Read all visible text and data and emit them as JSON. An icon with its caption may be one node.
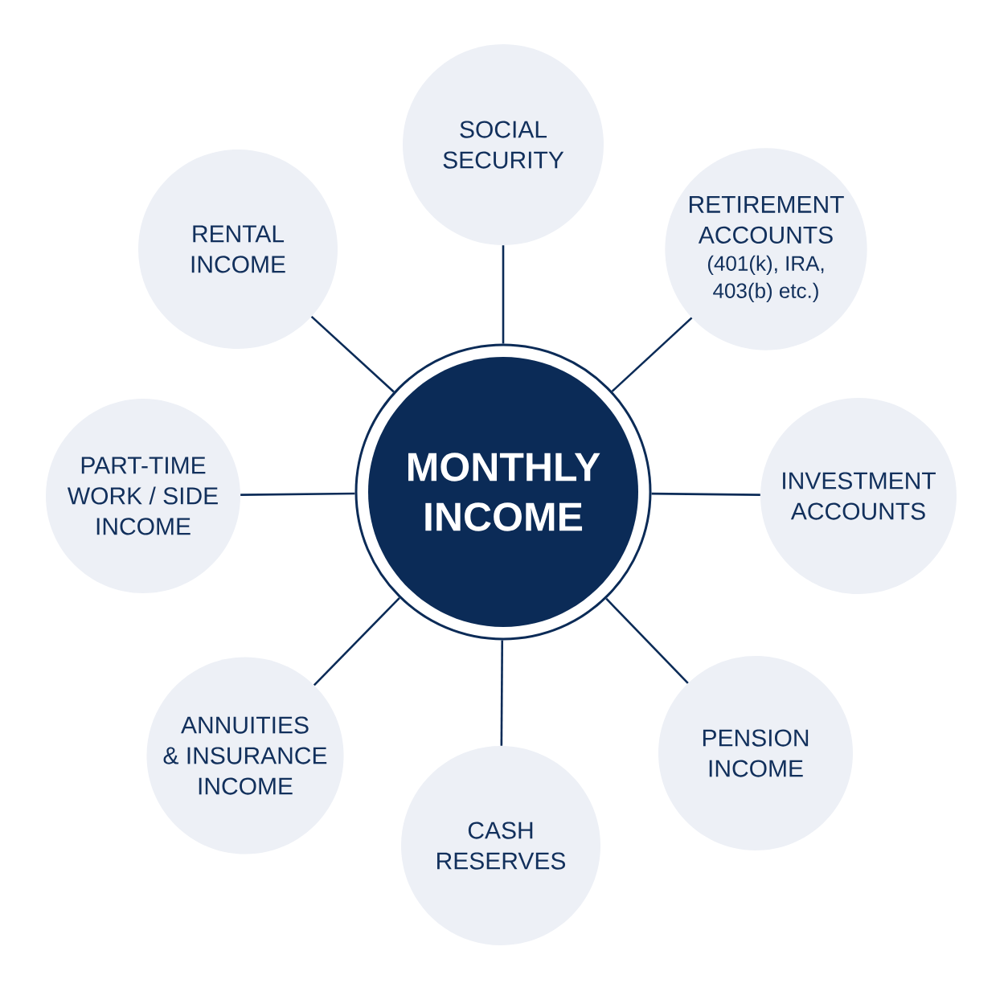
{
  "diagram": {
    "nodes": [
      {
        "text": [
          "MONTHLY INCOME"
        ]
      },
      {
        "text": [
          "SOCIAL SECURITY"
        ]
      },
      {
        "text": [
          "RETIREMENT ACCOUNTS",
          "(401(k), IRA, 403(b) etc.)"
        ]
      },
      {
        "text": [
          "INVESTMENT ACCOUNTS"
        ]
      },
      {
        "text": [
          "PENSION INCOME"
        ]
      },
      {
        "text": [
          "CASH RESERVES"
        ]
      },
      {
        "text": [
          "ANNUITIES & INSURANCE INCOME"
        ]
      },
      {
        "text": [
          "PART-TIME WORK / SIDE INCOME"
        ]
      },
      {
        "text": [
          "RENTAL INCOME"
        ]
      }
    ],
    "edges": [
      {
        "from": 0,
        "to": 1,
        "arrow": "none"
      },
      {
        "from": 0,
        "to": 2,
        "arrow": "none"
      },
      {
        "from": 0,
        "to": 3,
        "arrow": "none"
      },
      {
        "from": 0,
        "to": 4,
        "arrow": "none"
      },
      {
        "from": 0,
        "to": 5,
        "arrow": "none"
      },
      {
        "from": 0,
        "to": 6,
        "arrow": "none"
      },
      {
        "from": 0,
        "to": 7,
        "arrow": "none"
      },
      {
        "from": 0,
        "to": 8,
        "arrow": "none"
      }
    ]
  }
}
